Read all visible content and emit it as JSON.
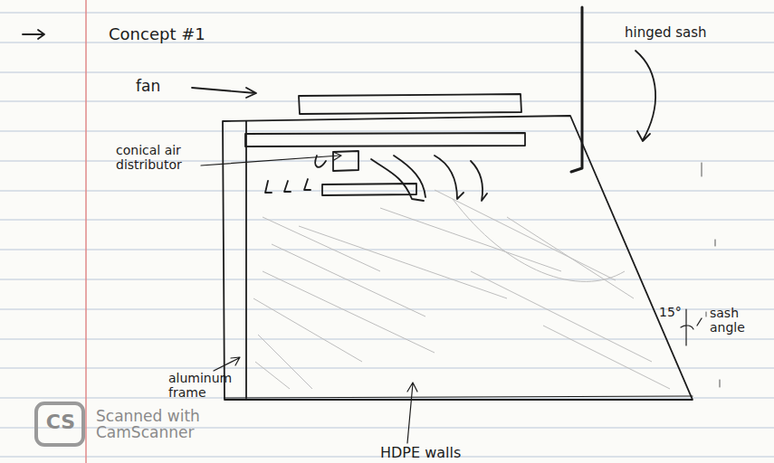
{
  "diagram": {
    "labels": [
      "Concept #1",
      "fan",
      "conical air distributor",
      "hinged sash",
      "15°",
      "sash angle",
      "aluminum frame",
      "HDPE walls",
      "CS",
      "Scanned with CamScanner"
    ]
  }
}
